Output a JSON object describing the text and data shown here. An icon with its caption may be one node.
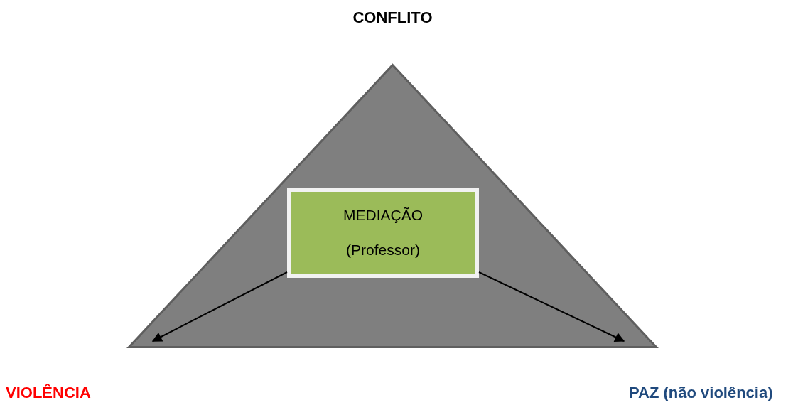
{
  "diagram": {
    "nodes": [
      {
        "text": [
          "CONFLITO"
        ]
      },
      {
        "text": [
          "MEDIAÇÃO",
          "(Professor)"
        ],
        "in": 0
      },
      {
        "text": [
          "VIOLÊNCIA"
        ]
      },
      {
        "text": [
          "PAZ (não violência)"
        ]
      }
    ],
    "edges": [
      {
        "from": 1,
        "to": null,
        "arrow": "to"
      },
      {
        "from": 1,
        "to": null,
        "arrow": "to"
      }
    ]
  }
}
